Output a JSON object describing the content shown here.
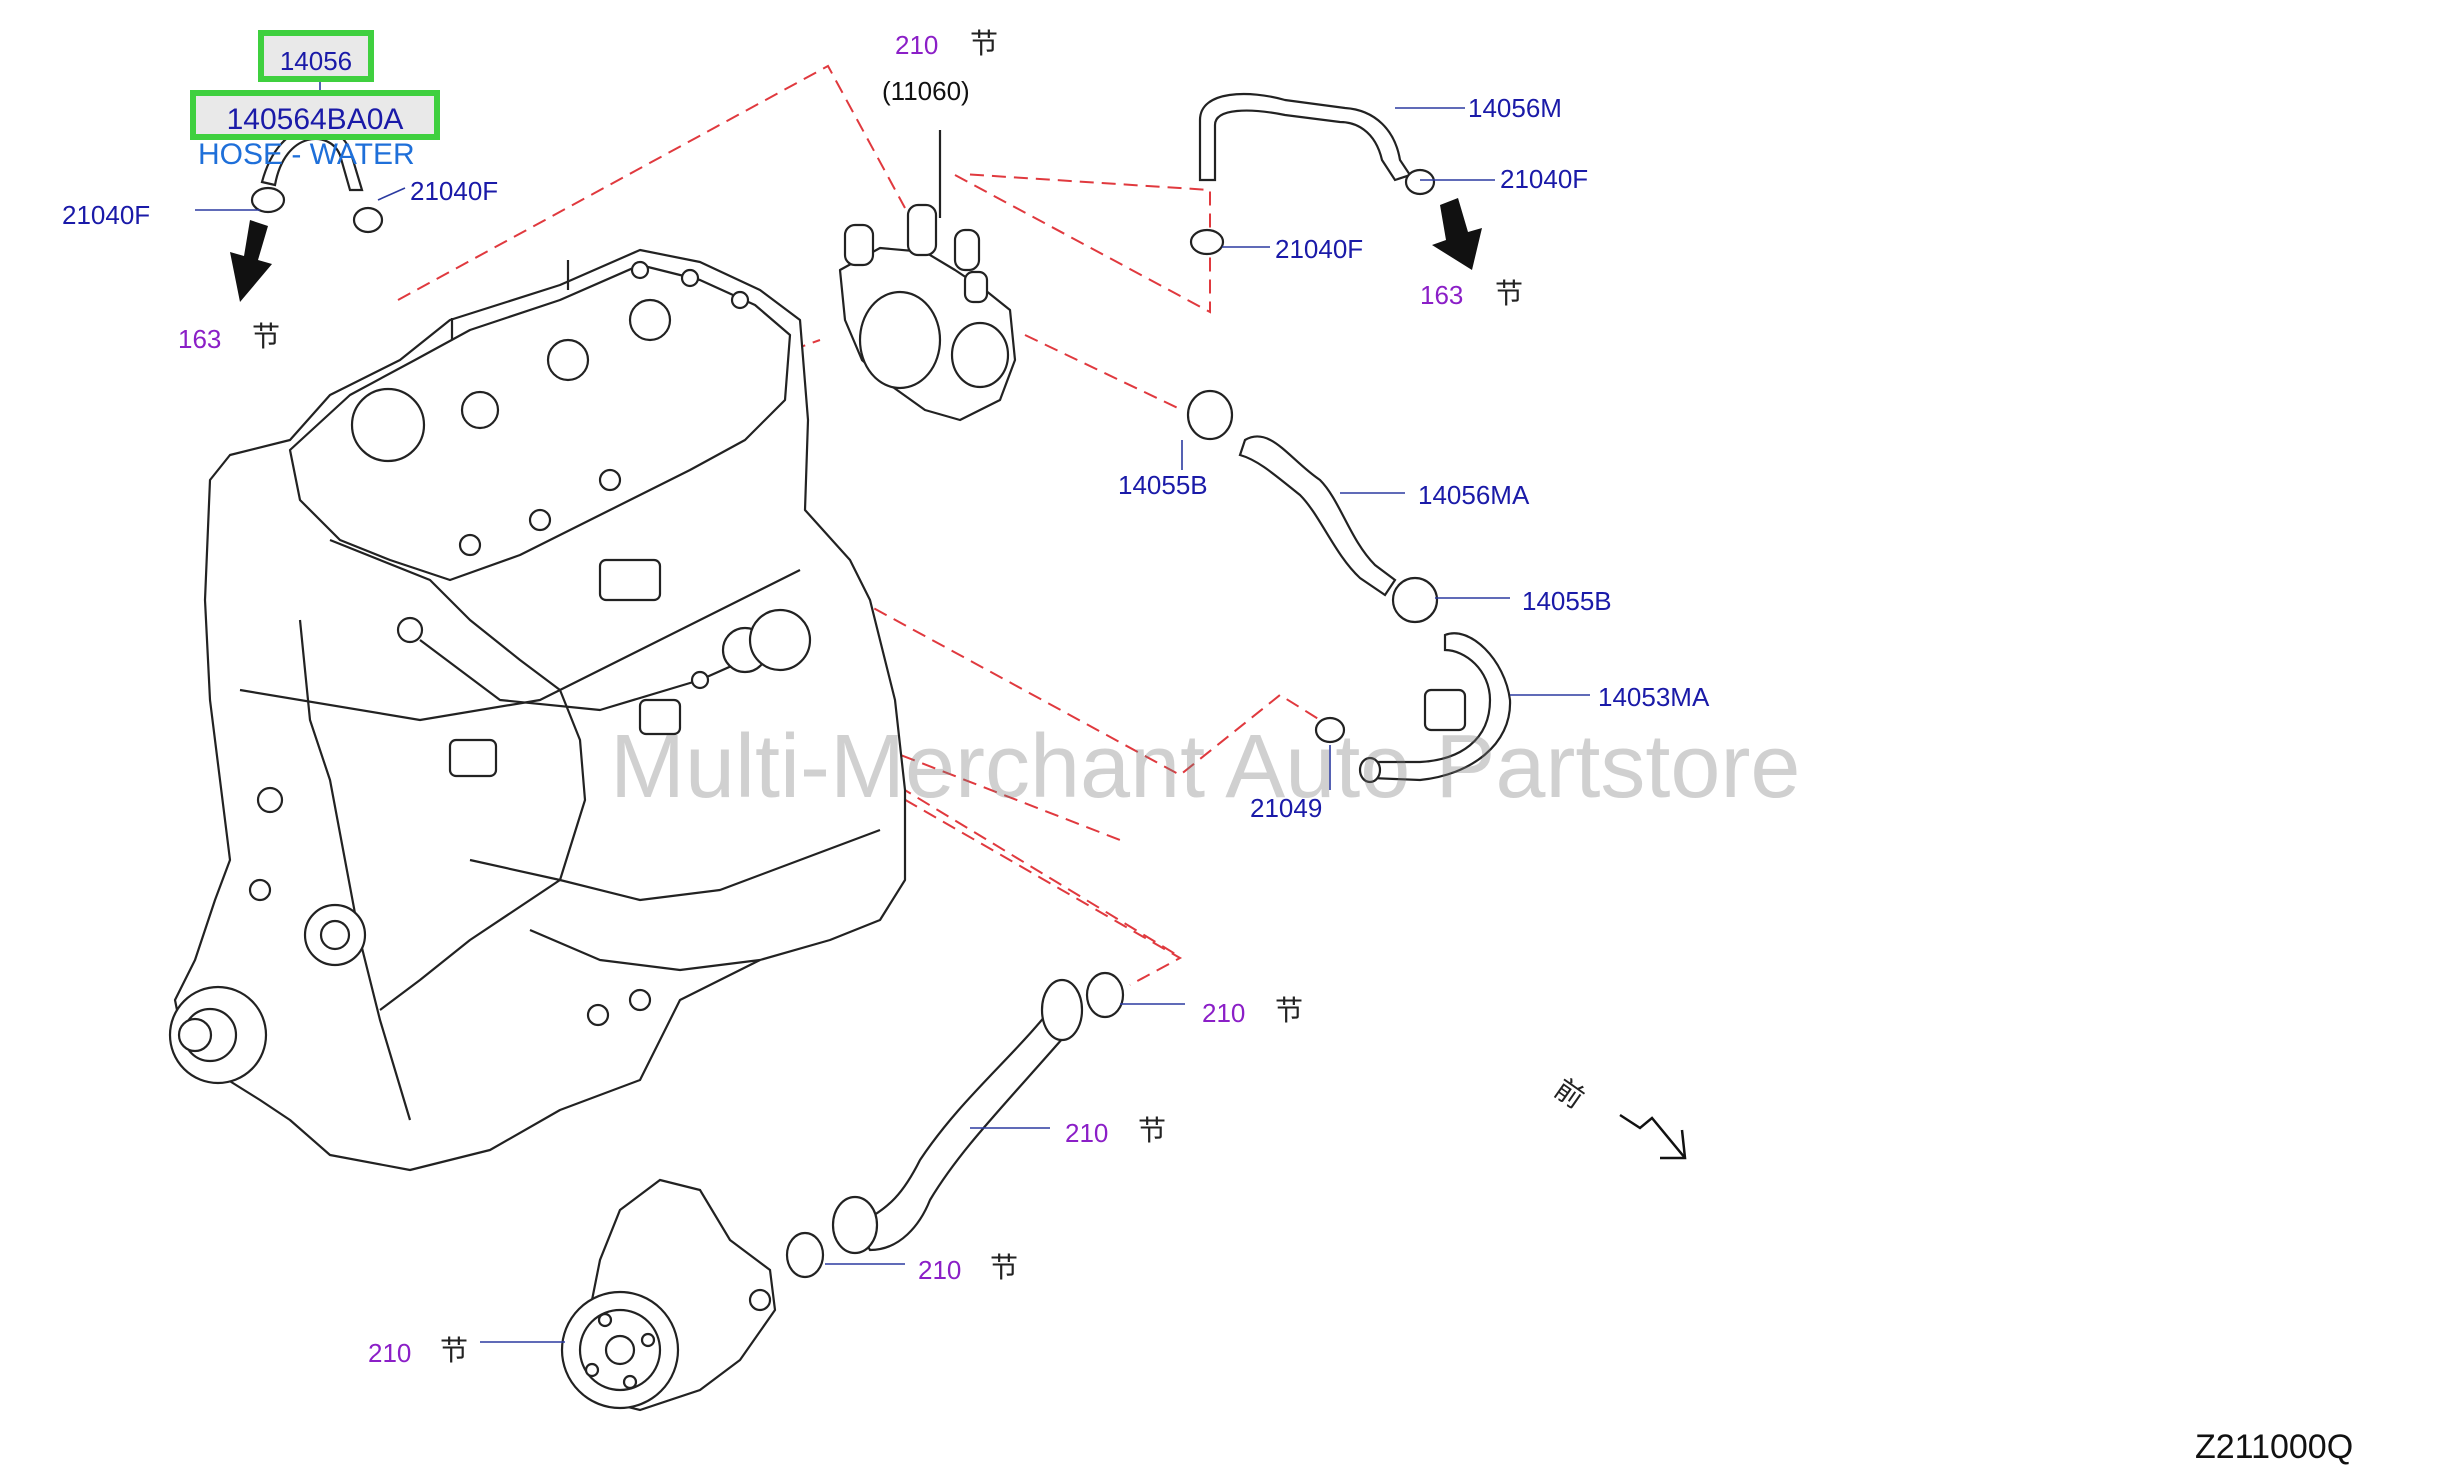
{
  "diagram": {
    "highlight_part": "14056",
    "highlight_number": "140564BA0A",
    "description": "HOSE - WATER",
    "watermark": "Multi-Merchant Auto Partstore",
    "drawing_code": "Z211000Q",
    "front_mark": "前",
    "section_glyph": "节",
    "labels": {
      "clip_left_a": "21040F",
      "clip_left_b": "21040F",
      "sec_163_left": "163",
      "sec_210_top": "210",
      "paren_11060": "(11060)",
      "hose_14056M": "14056M",
      "clip_right_a": "21040F",
      "clip_right_b": "21040F",
      "sec_163_right": "163",
      "clamp_14055B_a": "14055B",
      "hose_14056MA": "14056MA",
      "clamp_14055B_b": "14055B",
      "pipe_14053MA": "14053MA",
      "oring_21049": "21049",
      "sec_210_oring_top": "210",
      "sec_210_pipe": "210",
      "sec_210_oring_bottom": "210",
      "sec_210_pump": "210"
    }
  }
}
